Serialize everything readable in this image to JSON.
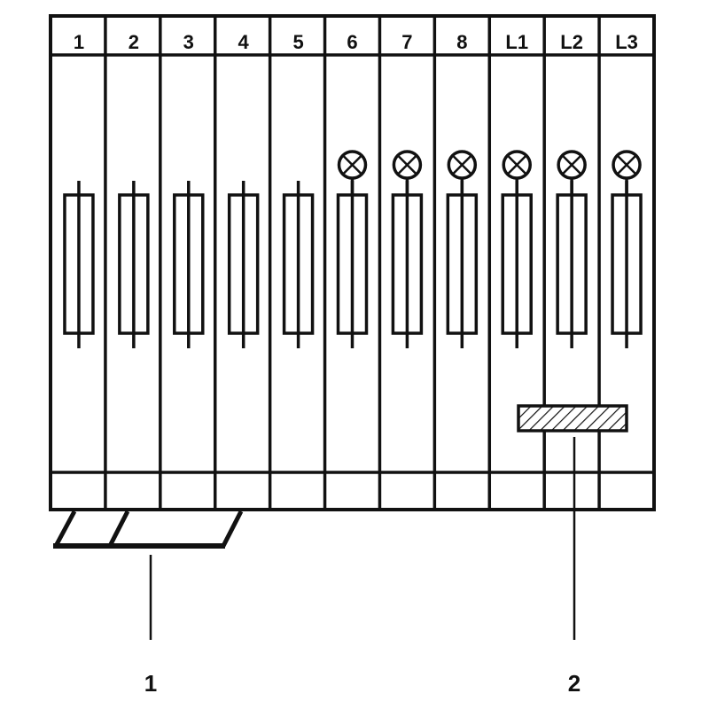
{
  "diagram": {
    "title": "Fuse terminal block with indicator lamps",
    "colors": {
      "line": "#111111",
      "background": "#ffffff",
      "hatch": "#111111"
    },
    "columns": [
      {
        "label": "1",
        "has_fuse": true,
        "has_lamp": false
      },
      {
        "label": "2",
        "has_fuse": true,
        "has_lamp": false
      },
      {
        "label": "3",
        "has_fuse": true,
        "has_lamp": false
      },
      {
        "label": "4",
        "has_fuse": true,
        "has_lamp": false
      },
      {
        "label": "5",
        "has_fuse": true,
        "has_lamp": false
      },
      {
        "label": "6",
        "has_fuse": true,
        "has_lamp": true
      },
      {
        "label": "7",
        "has_fuse": true,
        "has_lamp": true
      },
      {
        "label": "8",
        "has_fuse": true,
        "has_lamp": true
      },
      {
        "label": "L1",
        "has_fuse": true,
        "has_lamp": true
      },
      {
        "label": "L2",
        "has_fuse": true,
        "has_lamp": true
      },
      {
        "label": "L3",
        "has_fuse": true,
        "has_lamp": true
      }
    ],
    "icons": {
      "fuse": "fuse-icon",
      "lamp": "indicator-lamp-icon",
      "bridge": "jumper-bridge",
      "label_plate": "hatched-marker-plate"
    },
    "callouts": [
      {
        "id": "1",
        "label": "1",
        "target": "jumper bridge (columns 1-4)"
      },
      {
        "id": "2",
        "label": "2",
        "target": "hatched marker plate (columns L1-L3)"
      }
    ]
  }
}
